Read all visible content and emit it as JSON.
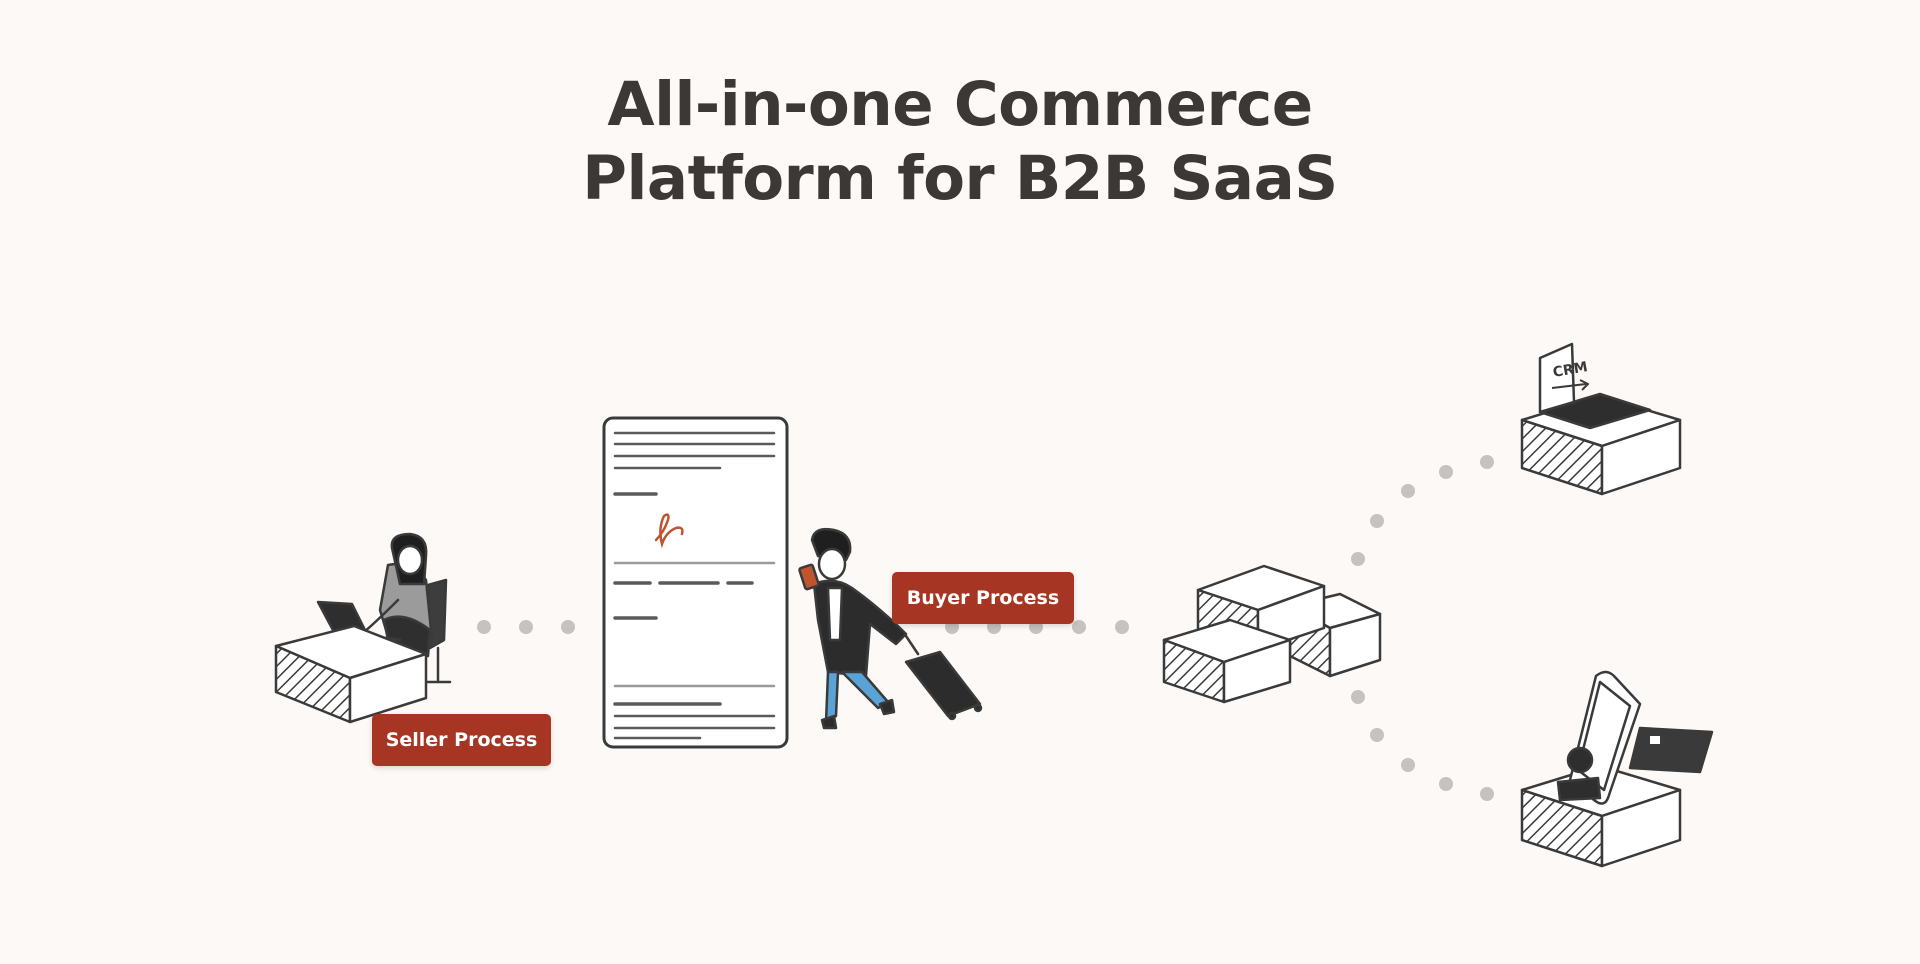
{
  "headline": {
    "line1": "All-in-one Commerce",
    "line2": "Platform for B2B SaaS"
  },
  "labels": {
    "seller_process": "Seller Process",
    "buyer_process": "Buyer Process"
  },
  "crm_screen_text": "CRM",
  "colors": {
    "background": "#fdf9f6",
    "heading": "#3b3836",
    "badge": "#a63623",
    "line_art": "#3a3a3a",
    "dots": "#c5c2bf",
    "accent_orange": "#c0542e",
    "jeans_blue": "#5aa3d6"
  },
  "icons": {
    "seller": "person-at-desk-with-laptop-icon",
    "document": "signed-contract-document-icon",
    "buyer": "traveler-with-phone-and-suitcase-icon",
    "hub": "stacked-boxes-icon",
    "crm": "laptop-on-box-crm-icon",
    "payment": "phone-and-card-on-box-icon"
  }
}
